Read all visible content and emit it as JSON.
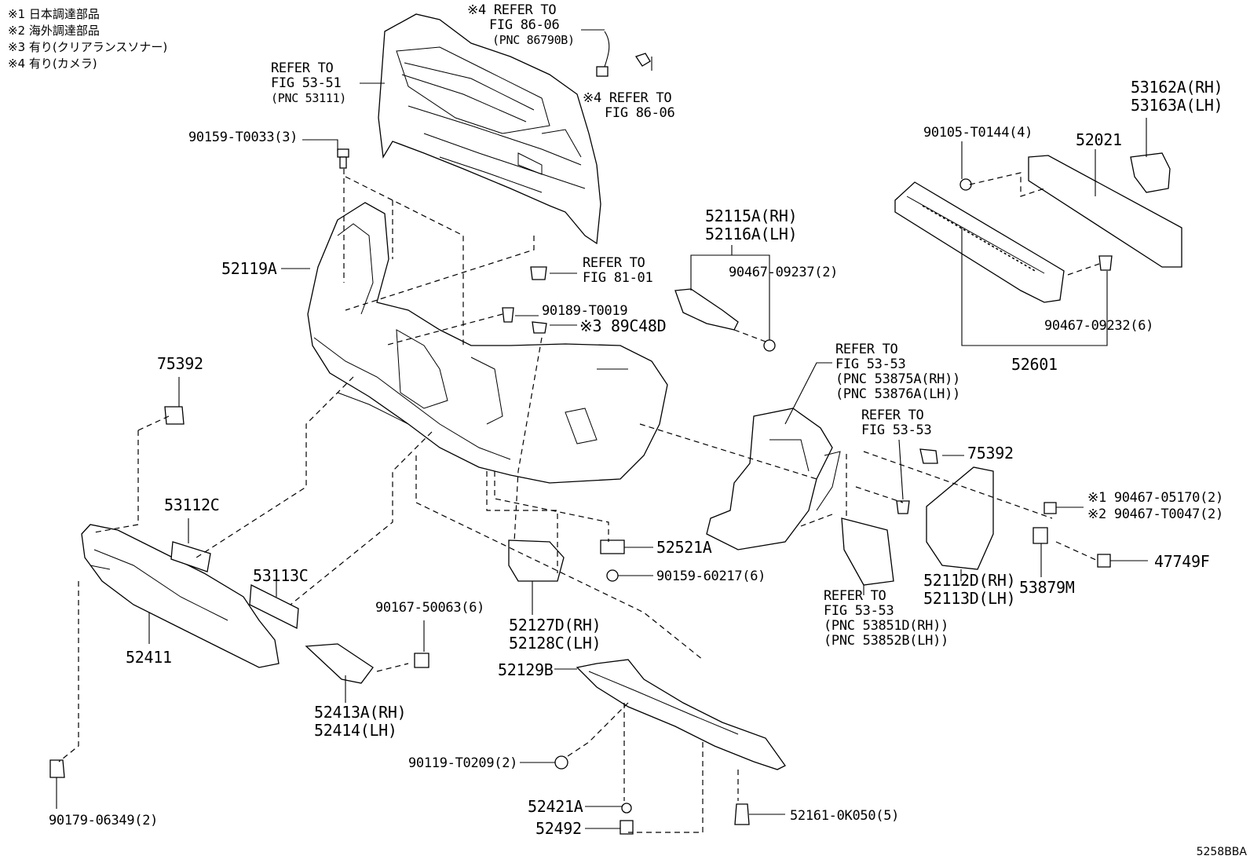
{
  "notes": [
    "※1 日本調達部品",
    "※2 海外調達部品",
    "※3 有り(クリアランスソナー)",
    "※4 有り(カメラ)"
  ],
  "diagram_code": "5258BBA",
  "labels": {
    "ref_86_06_top": [
      "※4 REFER TO",
      "FIG 86-06",
      "(PNC 86790B)"
    ],
    "ref_53_51": [
      "REFER TO",
      "FIG 53-51",
      "(PNC 53111)"
    ],
    "ref_86_06_right": [
      "※4 REFER TO",
      "FIG 86-06"
    ],
    "p90159_T0033": "90159-T0033(3)",
    "p52119A": "52119A",
    "ref_81_01": [
      "REFER TO",
      "FIG 81-01"
    ],
    "p90189_T0019": "90189-T0019",
    "p89C48D": "※3 89C48D",
    "p52115A": [
      "52115A(RH)",
      "52116A(LH)"
    ],
    "p90467_09237": "90467-09237(2)",
    "p90105_T0144": "90105-T0144(4)",
    "p52021": "52021",
    "p53162A": [
      "53162A(RH)",
      "53163A(LH)"
    ],
    "p90467_09232": "90467-09232(6)",
    "p52601": "52601",
    "ref_53_53_a": [
      "REFER TO",
      "FIG 53-53",
      "(PNC 53875A(RH))",
      "(PNC 53876A(LH))"
    ],
    "ref_53_53_b": [
      "REFER TO",
      "FIG 53-53"
    ],
    "p75392_left": "75392",
    "p75392_right": "75392",
    "p53112C": "53112C",
    "p53113C": "53113C",
    "p52411": "52411",
    "p90167_50063": "90167-50063(6)",
    "p52413A": [
      "52413A(RH)",
      "52414(LH)"
    ],
    "p52521A": "52521A",
    "p90159_60217": "90159-60217(6)",
    "p52127D": [
      "52127D(RH)",
      "52128C(LH)"
    ],
    "p52129B": "52129B",
    "ref_53_53_c": [
      "REFER TO",
      "FIG 53-53",
      "(PNC 53851D(RH))",
      "(PNC 53852B(LH))"
    ],
    "p52112D": [
      "52112D(RH)",
      "52113D(LH)"
    ],
    "p53879M": "53879M",
    "p90467_05170": "※1 90467-05170(2)",
    "p90467_T0047": "※2 90467-T0047(2)",
    "p47749F": "47749F",
    "p90119_T0209": "90119-T0209(2)",
    "p52421A": "52421A",
    "p52492": "52492",
    "p52161_0K050": "52161-0K050(5)",
    "p90179_06349": "90179-06349(2)"
  }
}
